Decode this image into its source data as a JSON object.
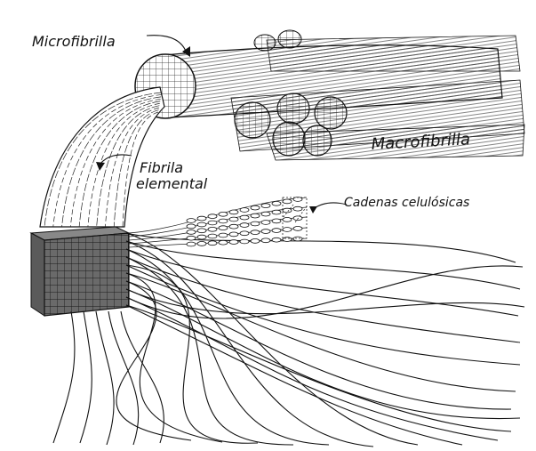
{
  "labels": {
    "microfibril": "Microfibrilla",
    "macrofibril": "Macrofibrilla",
    "elementary_fibril_line1": "Fibrila",
    "elementary_fibril_line2": "elemental",
    "cellulose_chains": "Cadenas celulósicas"
  },
  "colors": {
    "ink": "#111111",
    "paper": "#ffffff",
    "block_fill": "#6a6a6a"
  }
}
